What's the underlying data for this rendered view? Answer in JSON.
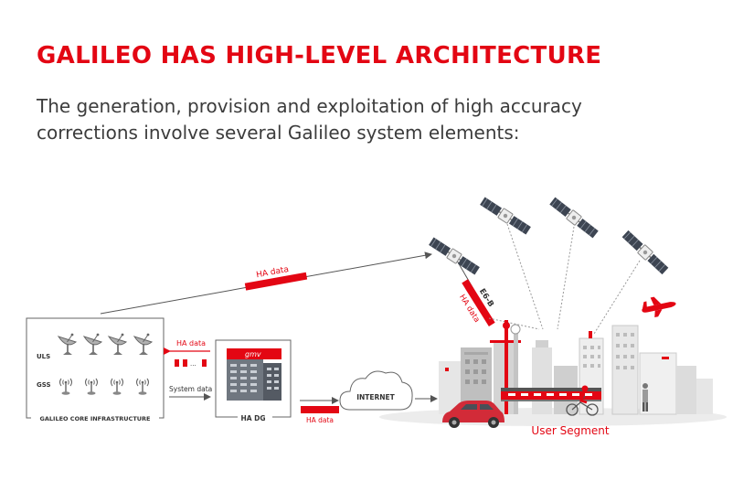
{
  "title": "GALILEO HAS HIGH-LEVEL ARCHITECTURE",
  "subtitle": "The generation, provision and exploitation of high accuracy corrections involve several Galileo system elements:",
  "colors": {
    "accent": "#e30613",
    "text": "#3c3c3c",
    "line": "#555555",
    "light": "#c8c8c8"
  },
  "diagram": {
    "ha_data_top": "HA data",
    "e6b_label": "E6-B",
    "ha_data_e6b": "HA data",
    "ha_data_left": "HA data",
    "uls_label": "ULS",
    "gss_label": "GSS",
    "infrastructure_label": "GALILEO CORE INFRASTRUCTURE",
    "system_data_label": "System data",
    "ha_dg_label": "HA DG",
    "gmv_logo": "gmv",
    "internet_label": "INTERNET",
    "ha_data_bottom": "HA data",
    "user_segment_label": "User Segment",
    "ellipsis": "..."
  },
  "icons": [
    "satellite-icon",
    "satellite-dish-icon",
    "ground-antenna-icon",
    "building-icon",
    "cloud-icon",
    "car-icon",
    "airplane-icon",
    "train-icon",
    "cyclist-icon",
    "city-icon"
  ]
}
